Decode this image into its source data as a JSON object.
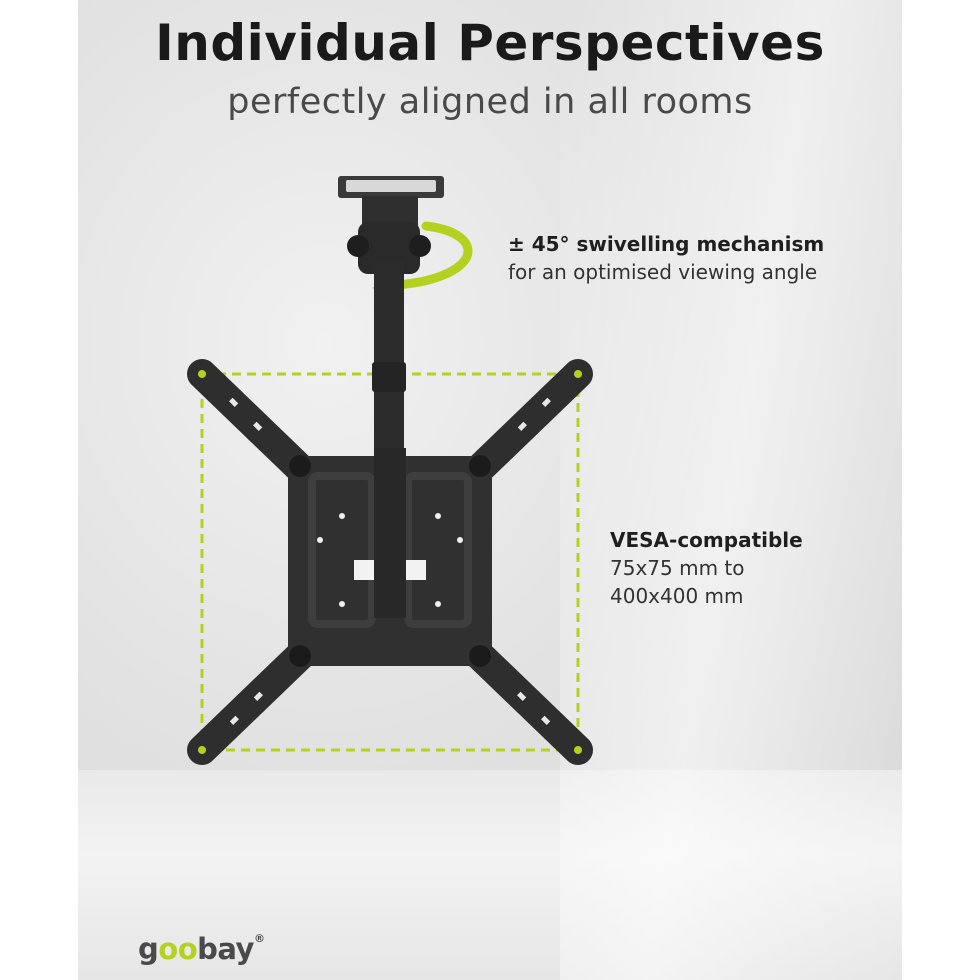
{
  "header": {
    "title": "Individual Perspectives",
    "subtitle": "perfectly aligned in all rooms"
  },
  "features": [
    {
      "headline": "± 45° swivelling mechanism",
      "description": "for an optimised viewing angle"
    },
    {
      "headline": "VESA-compatible",
      "description_line1": "75x75 mm to",
      "description_line2": "400x400 mm"
    }
  ],
  "brand": {
    "logo_g": "g",
    "logo_oo": "oo",
    "logo_rest": "bay",
    "registered": "®"
  },
  "colors": {
    "accent": "#b5d11f",
    "mount": "#2e2e2e",
    "text": "#1a1a1a"
  }
}
